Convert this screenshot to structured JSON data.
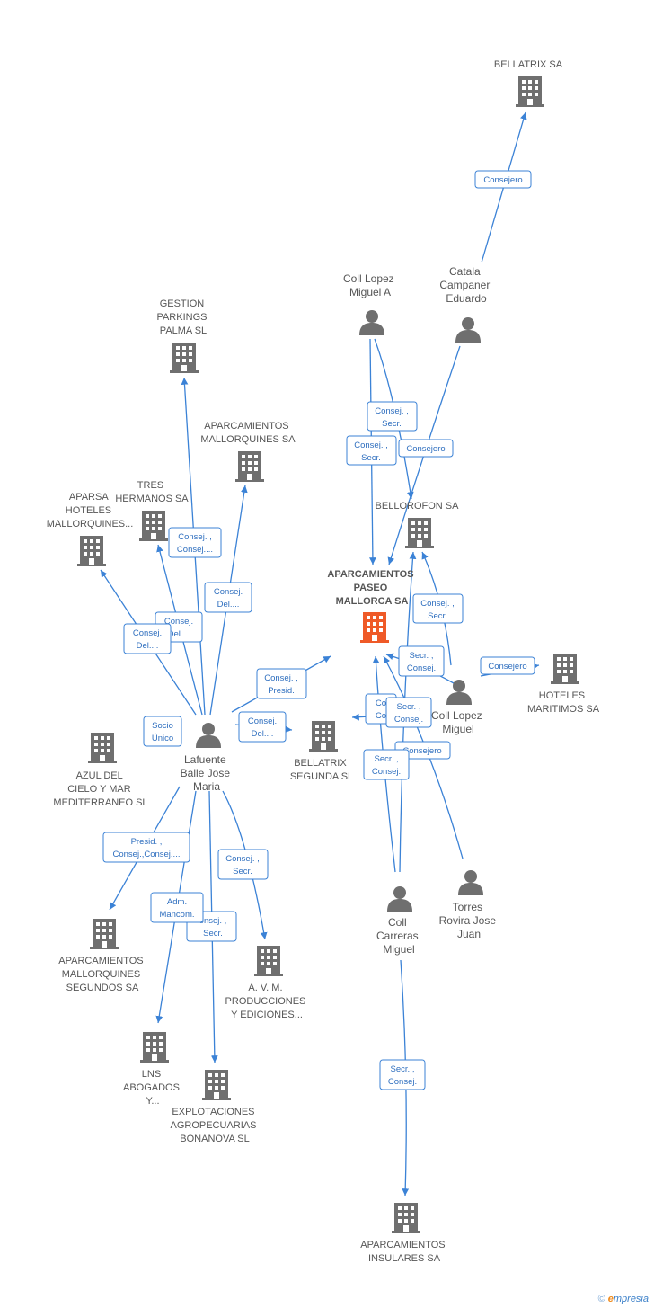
{
  "colors": {
    "edge": "#3b82d6",
    "building": "#6f6f6f",
    "main_building": "#ef5a28",
    "person": "#6f6f6f",
    "label": "#555555",
    "rel_text": "#2f6fbf"
  },
  "nodes": {
    "bellatrix_sa": [
      "BELLATRIX SA"
    ],
    "gestion_parkings": [
      "GESTION",
      "PARKINGS",
      "PALMA SL"
    ],
    "aparcamientos_mallorquines": [
      "APARCAMIENTOS",
      "MALLORQUINES SA"
    ],
    "tres_hermanos": [
      "TRES",
      "HERMANOS SA"
    ],
    "aparsa": [
      "APARSA",
      "HOTELES",
      "MALLORQUINES..."
    ],
    "bellorofon": [
      "BELLOROFON SA"
    ],
    "main": [
      "APARCAMIENTOS",
      "PASEO",
      "MALLORCA SA"
    ],
    "hoteles_maritimos": [
      "HOTELES",
      "MARITIMOS SA"
    ],
    "azul_del_cielo": [
      "AZUL DEL",
      "CIELO Y MAR",
      "MEDITERRANEO SL"
    ],
    "bellatrix_segunda": [
      "BELLATRIX",
      "SEGUNDA SL"
    ],
    "aparcamientos_segundos": [
      "APARCAMIENTOS",
      "MALLORQUINES",
      "SEGUNDOS SA"
    ],
    "avm": [
      "A.  V. M.",
      "PRODUCCIONES",
      "Y EDICIONES..."
    ],
    "lns": [
      "LNS",
      "ABOGADOS",
      "Y..."
    ],
    "explotaciones": [
      "EXPLOTACIONES",
      "AGROPECUARIAS",
      "BONANOVA SL"
    ],
    "aparcamientos_insulares": [
      "APARCAMIENTOS",
      "INSULARES SA"
    ]
  },
  "persons": {
    "coll_lopez_miguel_a": [
      "Coll Lopez",
      "Miguel A"
    ],
    "catala": [
      "Catala",
      "Campaner",
      "Eduardo"
    ],
    "lafuente": [
      "Lafuente",
      "Balle Jose",
      "Maria"
    ],
    "coll_lopez_miguel": [
      "Coll Lopez",
      "Miguel"
    ],
    "coll_carreras": [
      "Coll",
      "Carreras",
      "Miguel"
    ],
    "torres": [
      "Torres",
      "Rovira Jose",
      "Juan"
    ]
  },
  "relations": {
    "r_consejero_bellatrix": [
      "Consejero"
    ],
    "r_consej_secr_1": [
      "Consej. ,",
      "Secr."
    ],
    "r_consej_secr_2": [
      "Consej. ,",
      "Secr."
    ],
    "r_consejero_catala": [
      "Consejero"
    ],
    "r_consej_consej": [
      "Consej. ,",
      "Consej...."
    ],
    "r_consej_del_1": [
      "Consej.",
      "Del...."
    ],
    "r_consej_del_2": [
      "Consej.",
      "Del...."
    ],
    "r_consej_del_3": [
      "Consej.",
      "Del...."
    ],
    "r_consej_presid": [
      "Consej. ,",
      "Presid."
    ],
    "r_socio_unico": [
      "Socio",
      "Único"
    ],
    "r_consej_del_4": [
      "Consej.",
      "Del...."
    ],
    "r_consej_secr_3": [
      "Consej. ,",
      "Secr."
    ],
    "r_consejero_hoteles": [
      "Consejero"
    ],
    "r_secr_consej_1": [
      "Secr. ,",
      "Consej."
    ],
    "r_con_con": [
      "Co",
      "Co"
    ],
    "r_secr_consej_2": [
      "Secr. ,",
      "Consej."
    ],
    "r_consejero_torres": [
      "Consejero"
    ],
    "r_secr_consej_3": [
      "Secr. ,",
      "Consej."
    ],
    "r_presid_consej": [
      "Presid. ,",
      "Consej.,Consej...."
    ],
    "r_consej_secr_4": [
      "Consej. ,",
      "Secr."
    ],
    "r_adm_mancom": [
      "Adm.",
      "Mancom."
    ],
    "r_consej_secr_5": [
      "onsej. ,",
      "Secr."
    ],
    "r_secr_consej_4": [
      "Secr. ,",
      "Consej."
    ]
  },
  "footer": {
    "copyright": "©",
    "brand_e": "e",
    "brand_rest": "mpresia"
  }
}
